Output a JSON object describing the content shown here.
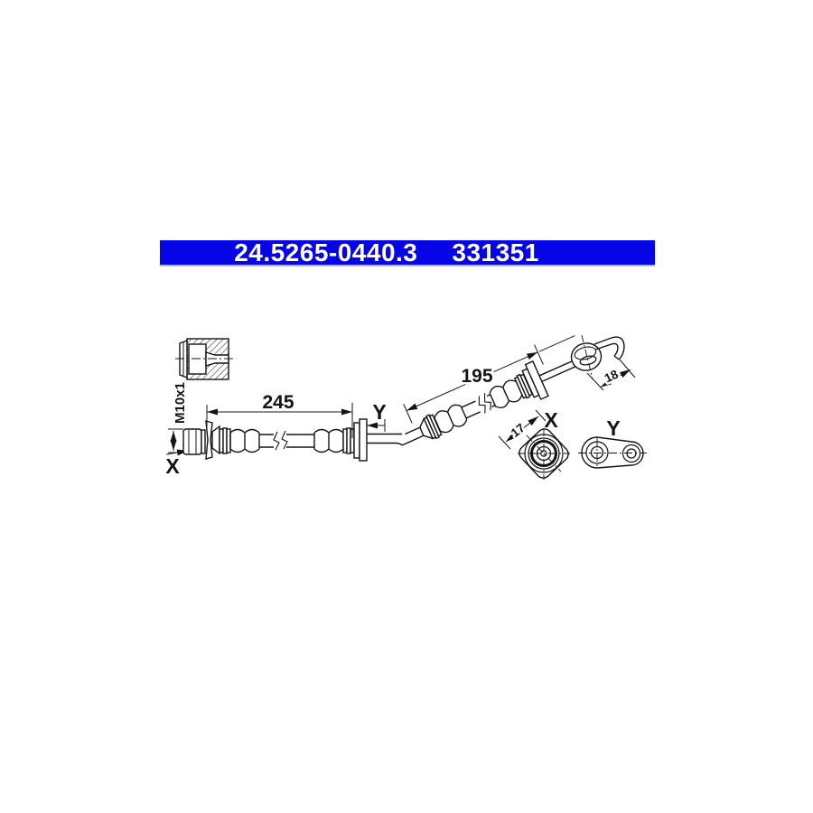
{
  "header": {
    "part_number": "24.5265-0440.3",
    "ref_number": "331351"
  },
  "labels": {
    "dim_245": "245",
    "dim_195": "195",
    "dim_18": "18",
    "dim_17": "17",
    "thread": "M10x1",
    "view_x": "X",
    "view_y": "Y"
  },
  "colors": {
    "bar_background": "#0505e8",
    "bar_text": "#ffffff",
    "line": "#141414",
    "background": "#ffffff"
  }
}
